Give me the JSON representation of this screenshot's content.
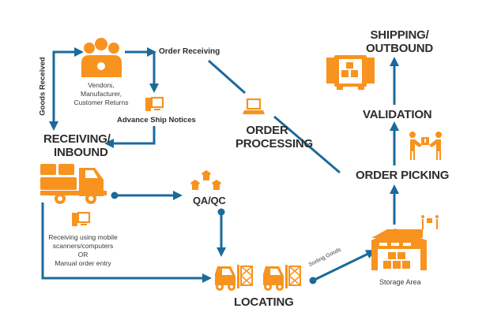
{
  "colors": {
    "flow": "#1b6a9a",
    "icon": "#f7931e",
    "text": "#2d2d2d"
  },
  "nodes": {
    "vendors": {
      "label": "Vendors,\nManufacturer,\nCustomer Returns",
      "icon": "people-group-icon"
    },
    "order_receiving": {
      "label": "Order Receiving"
    },
    "goods_received": {
      "label": "Goods Received"
    },
    "asn": {
      "label": "Advance Ship Notices",
      "icon": "computer-icon"
    },
    "receiving": {
      "label_line1": "RECEIVING/",
      "label_line2": "INBOUND",
      "icon": "truck-icon"
    },
    "receiving_note": {
      "line1": "Receiving using mobile",
      "line2": "scanners/computers",
      "line3": "OR",
      "line4": "Manual order entry",
      "icon": "computer-icon"
    },
    "qaqc": {
      "label": "QA/QC",
      "icon": "boxes-icon"
    },
    "locating": {
      "label": "LOCATING",
      "icon": "forklift-icon"
    },
    "sorting": {
      "label": "Sorting Goods"
    },
    "storage": {
      "label": "Storage Area",
      "icon": "warehouse-icon"
    },
    "order_processing": {
      "label_line1": "ORDER",
      "label_line2": "PROCESSING",
      "icon": "laptop-icon"
    },
    "order_picking": {
      "label": "ORDER PICKING",
      "icon": "handover-icon"
    },
    "validation": {
      "label": "VALIDATION"
    },
    "shipping": {
      "label_line1": "SHIPPING/",
      "label_line2": "OUTBOUND",
      "icon": "container-icon"
    }
  }
}
